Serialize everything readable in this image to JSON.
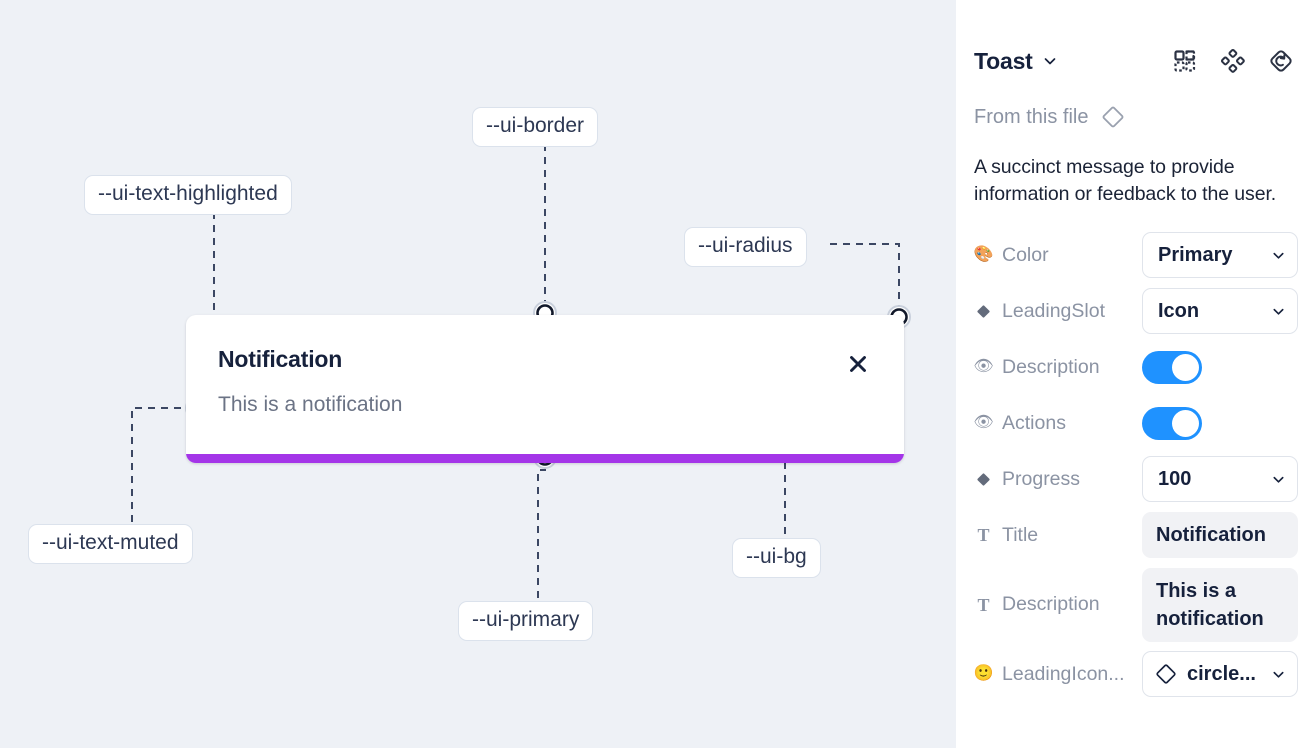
{
  "canvas": {
    "background_color": "#eef1f6",
    "toast_preview": {
      "title": "Notification",
      "description": "This is a notification",
      "close_icon": "close-icon",
      "progress_color": "#a435e8",
      "background_color": "#ffffff"
    },
    "token_chips": [
      {
        "id": "border",
        "label": "--ui-border"
      },
      {
        "id": "text-highlighted",
        "label": "--ui-text-highlighted"
      },
      {
        "id": "radius",
        "label": "--ui-radius"
      },
      {
        "id": "text-muted",
        "label": "--ui-text-muted"
      },
      {
        "id": "primary",
        "label": "--ui-primary"
      },
      {
        "id": "bg",
        "label": "--ui-bg"
      }
    ]
  },
  "panel": {
    "title": "Toast",
    "title_caret_icon": "chevron-down-icon",
    "header_icons": [
      {
        "name": "component-icon"
      },
      {
        "name": "variants-icon"
      },
      {
        "name": "reset-instance-icon"
      }
    ],
    "from_file": {
      "label": "From this file",
      "icon": "diamond-icon"
    },
    "description": "A succinct message to provide information or feedback to the user.",
    "properties": [
      {
        "id": "color",
        "icon": "palette-icon",
        "icon_glyph": "🎨",
        "label": "Color",
        "control": "select",
        "value": "Primary"
      },
      {
        "id": "leading-slot",
        "icon": "diamond-filled-icon",
        "icon_glyph": "◆",
        "label": "LeadingSlot",
        "control": "select",
        "value": "Icon"
      },
      {
        "id": "description",
        "icon": "eye-icon",
        "icon_glyph": "👁",
        "label": "Description",
        "control": "toggle",
        "value": "on"
      },
      {
        "id": "actions",
        "icon": "eye-icon",
        "icon_glyph": "👁",
        "label": "Actions",
        "control": "toggle",
        "value": "on"
      },
      {
        "id": "progress",
        "icon": "diamond-filled-icon",
        "icon_glyph": "◆",
        "label": "Progress",
        "control": "select",
        "value": "100"
      },
      {
        "id": "title",
        "icon": "text-icon",
        "icon_glyph": "T",
        "label": "Title",
        "control": "text",
        "value": "Notification"
      },
      {
        "id": "description-text",
        "icon": "text-icon",
        "icon_glyph": "T",
        "label": "Description",
        "control": "text",
        "value": "This is a notification"
      },
      {
        "id": "leading-icon",
        "icon": "emoji-face-icon",
        "icon_glyph": "🙂",
        "label": "LeadingIcon...",
        "control": "select-icon",
        "value": "circle..."
      }
    ],
    "toggle_on_color": "#1f92ff"
  }
}
